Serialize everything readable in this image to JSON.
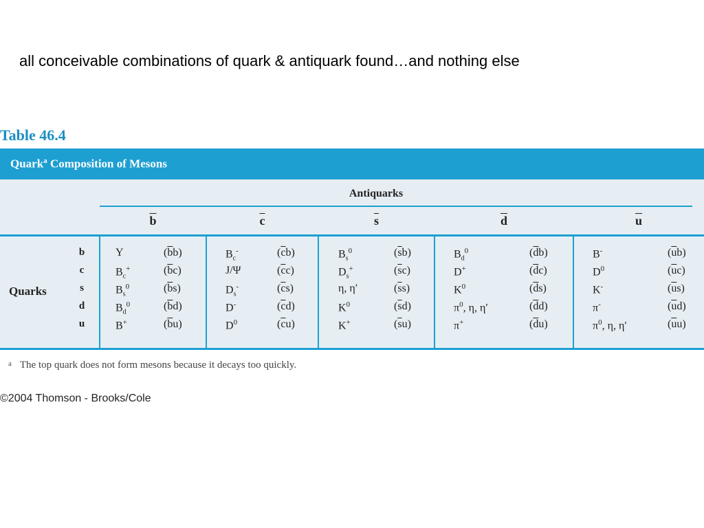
{
  "heading": "all conceivable combinations of quark & antiquark found…and nothing else",
  "table": {
    "caption": "Table 46.4",
    "title": "Quark",
    "title_sup": "a",
    "title_rest": "Composition of Mesons",
    "antiquarks_label": "Antiquarks",
    "columns": [
      "b",
      "c",
      "s",
      "d",
      "u"
    ],
    "quarks_label": "Quarks",
    "rows": [
      {
        "quark": "b",
        "cells": [
          [
            "Y",
            "(bb)"
          ],
          [
            "B_c^-",
            "(cb)"
          ],
          [
            "B_s^0",
            "(sb)"
          ],
          [
            "B_d^0",
            "(db)"
          ],
          [
            "B^-",
            "(ub)"
          ]
        ]
      },
      {
        "quark": "c",
        "cells": [
          [
            "B_c^+",
            "(bc)"
          ],
          [
            "J/Ψ",
            "(cc)"
          ],
          [
            "D_s^+",
            "(sc)"
          ],
          [
            "D^+",
            "(dc)"
          ],
          [
            "D^0",
            "(uc)"
          ]
        ]
      },
      {
        "quark": "s",
        "cells": [
          [
            "B_s^0",
            "(bs)"
          ],
          [
            "D_s^-",
            "(cs)"
          ],
          [
            "η, η′",
            "(ss)"
          ],
          [
            "K^0",
            "(ds)"
          ],
          [
            "K^-",
            "(us)"
          ]
        ]
      },
      {
        "quark": "d",
        "cells": [
          [
            "B_d^0",
            "(bd)"
          ],
          [
            "D^-",
            "(cd)"
          ],
          [
            "K^0",
            "(sd)"
          ],
          [
            "π^0, η, η′",
            "(dd)"
          ],
          [
            "π^-",
            "(ud)"
          ]
        ]
      },
      {
        "quark": "u",
        "cells": [
          [
            "B^+",
            "(bu)"
          ],
          [
            "D^0",
            "(cu)"
          ],
          [
            "K^+",
            "(su)"
          ],
          [
            "π^+",
            "(du)"
          ],
          [
            "π^0, η, η′",
            "(uu)"
          ]
        ]
      }
    ],
    "footnote_mark": "a",
    "footnote": "The top quark does not form mesons because it decays too quickly."
  },
  "copyright": "©2004 Thomson - Brooks/Cole",
  "colors": {
    "accent": "#1d9fd2",
    "caption": "#1d8fc1",
    "table_bg": "#e6eef3"
  }
}
